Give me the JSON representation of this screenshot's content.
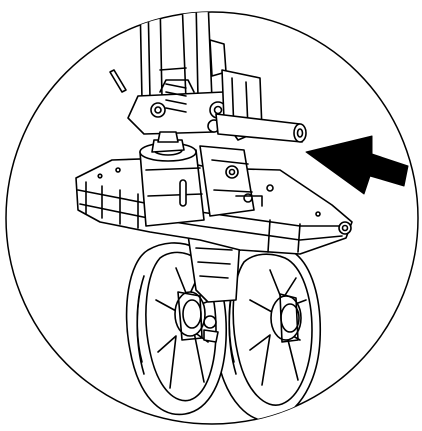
{
  "illustration": {
    "subject": "pallet-jack-caster-assembly-technical-drawing",
    "background_color": "#ffffff",
    "line_color": "#000000",
    "arrow_color": "#000000",
    "arrow_direction": "left",
    "frame": "circle"
  }
}
